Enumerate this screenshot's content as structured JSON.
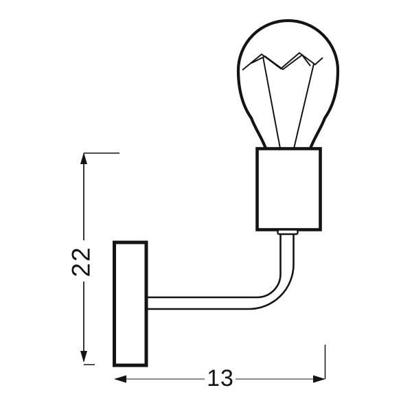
{
  "drawing": {
    "type": "technical-line-drawing",
    "subject": "wall-lamp-with-exposed-bulb",
    "background": "#ffffff",
    "line_color": "#141414",
    "dim_line_color": "#8c8c8c"
  },
  "dimensions": {
    "height": {
      "label": "22",
      "orientation": "vertical"
    },
    "width": {
      "label": "13",
      "orientation": "horizontal"
    }
  }
}
